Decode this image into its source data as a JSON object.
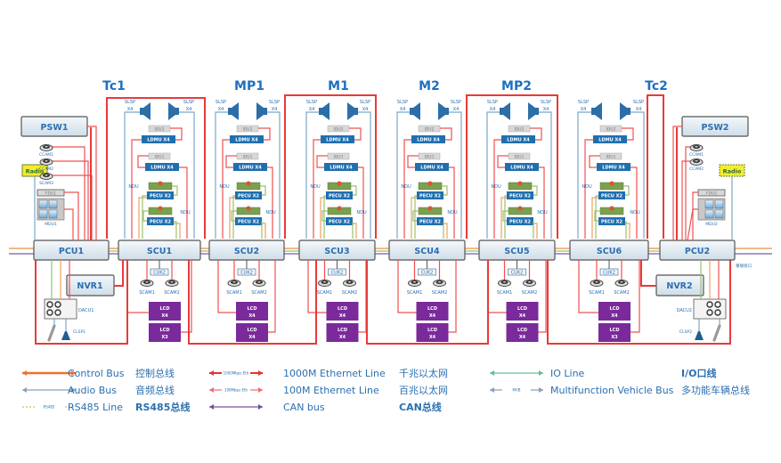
{
  "cars": [
    {
      "name": "Tc1"
    },
    {
      "name": "MP1"
    },
    {
      "name": "M1"
    },
    {
      "name": "M2"
    },
    {
      "name": "MP2"
    },
    {
      "name": "Tc2"
    }
  ],
  "bus_units": {
    "pcu1": "PCU1",
    "pcu2": "PCU2",
    "scus": [
      "SCU1",
      "SCU2",
      "SCU3",
      "SCU4",
      "SCU5",
      "SCU6"
    ]
  },
  "end_units": {
    "left": {
      "psw": "PSW1",
      "radio": "Radio",
      "cams": [
        "CCAM1",
        "CCAM2",
        "SCAM3"
      ],
      "fdu": "FDU1",
      "mdu": "MDU1",
      "nvr": "NVR1",
      "dacu": "DACU1",
      "clsp": "CLSP1"
    },
    "right": {
      "psw": "PSW2",
      "radio": "Radio",
      "cams": [
        "CCAM1",
        "CCAM2"
      ],
      "fdu": "FDU2",
      "mdu": "MDU2",
      "nvr": "NVR2",
      "dacu": "DACU2",
      "clsp": "CLSP2",
      "note": "重联接口"
    }
  },
  "car_units": {
    "slsp": "SLSP",
    "slsp_qty": "X4",
    "idu2": "IDU2",
    "idu1": "IDU1",
    "ldmu": "LDMU X4",
    "ndu": "NDU",
    "pecu": "PECU X2",
    "cuk": "CUK2",
    "scam1": "SCAM1",
    "scam2": "SCAM2",
    "lcd": "LCD"
  },
  "lcd_groups": [
    {
      "top": "X4",
      "bottom": "X3"
    },
    {
      "top": "X4",
      "bottom": "X4"
    },
    {
      "top": "X4",
      "bottom": "X4"
    },
    {
      "top": "X4",
      "bottom": "X4"
    },
    {
      "top": "X4",
      "bottom": "X4"
    },
    {
      "top": "X4",
      "bottom": "X3"
    }
  ],
  "legend": [
    {
      "id": "control",
      "sample": "",
      "en": "Control Bus",
      "cn": "控制总线",
      "color": "#f07030"
    },
    {
      "id": "audio",
      "sample": "",
      "en": "Audio Bus",
      "cn": "音频总线",
      "color": "#8aa0b8"
    },
    {
      "id": "rs485",
      "sample": "RS485",
      "en": "RS485 Line",
      "cn": "RS485总线",
      "color": "#c8c070"
    },
    {
      "id": "eth1000",
      "sample": "1000Mbps Eth",
      "en": "1000M Ethernet Line",
      "cn": "千兆以太网",
      "color": "#e83030"
    },
    {
      "id": "eth100",
      "sample": "100Mbps Eth",
      "en": "100M Ethernet Line",
      "cn": "百兆以太网",
      "color": "#f07070"
    },
    {
      "id": "can",
      "sample": "",
      "en": "CAN bus",
      "cn": "CAN总线",
      "color": "#7050a0"
    },
    {
      "id": "io",
      "sample": "",
      "en": "IO Line",
      "cn": "I/O口线",
      "color": "#60c090"
    },
    {
      "id": "mvb",
      "sample": "MVB",
      "en": "Multifunction Vehicle Bus",
      "cn": "多功能车辆总线",
      "color": "#8aa0b8"
    }
  ]
}
